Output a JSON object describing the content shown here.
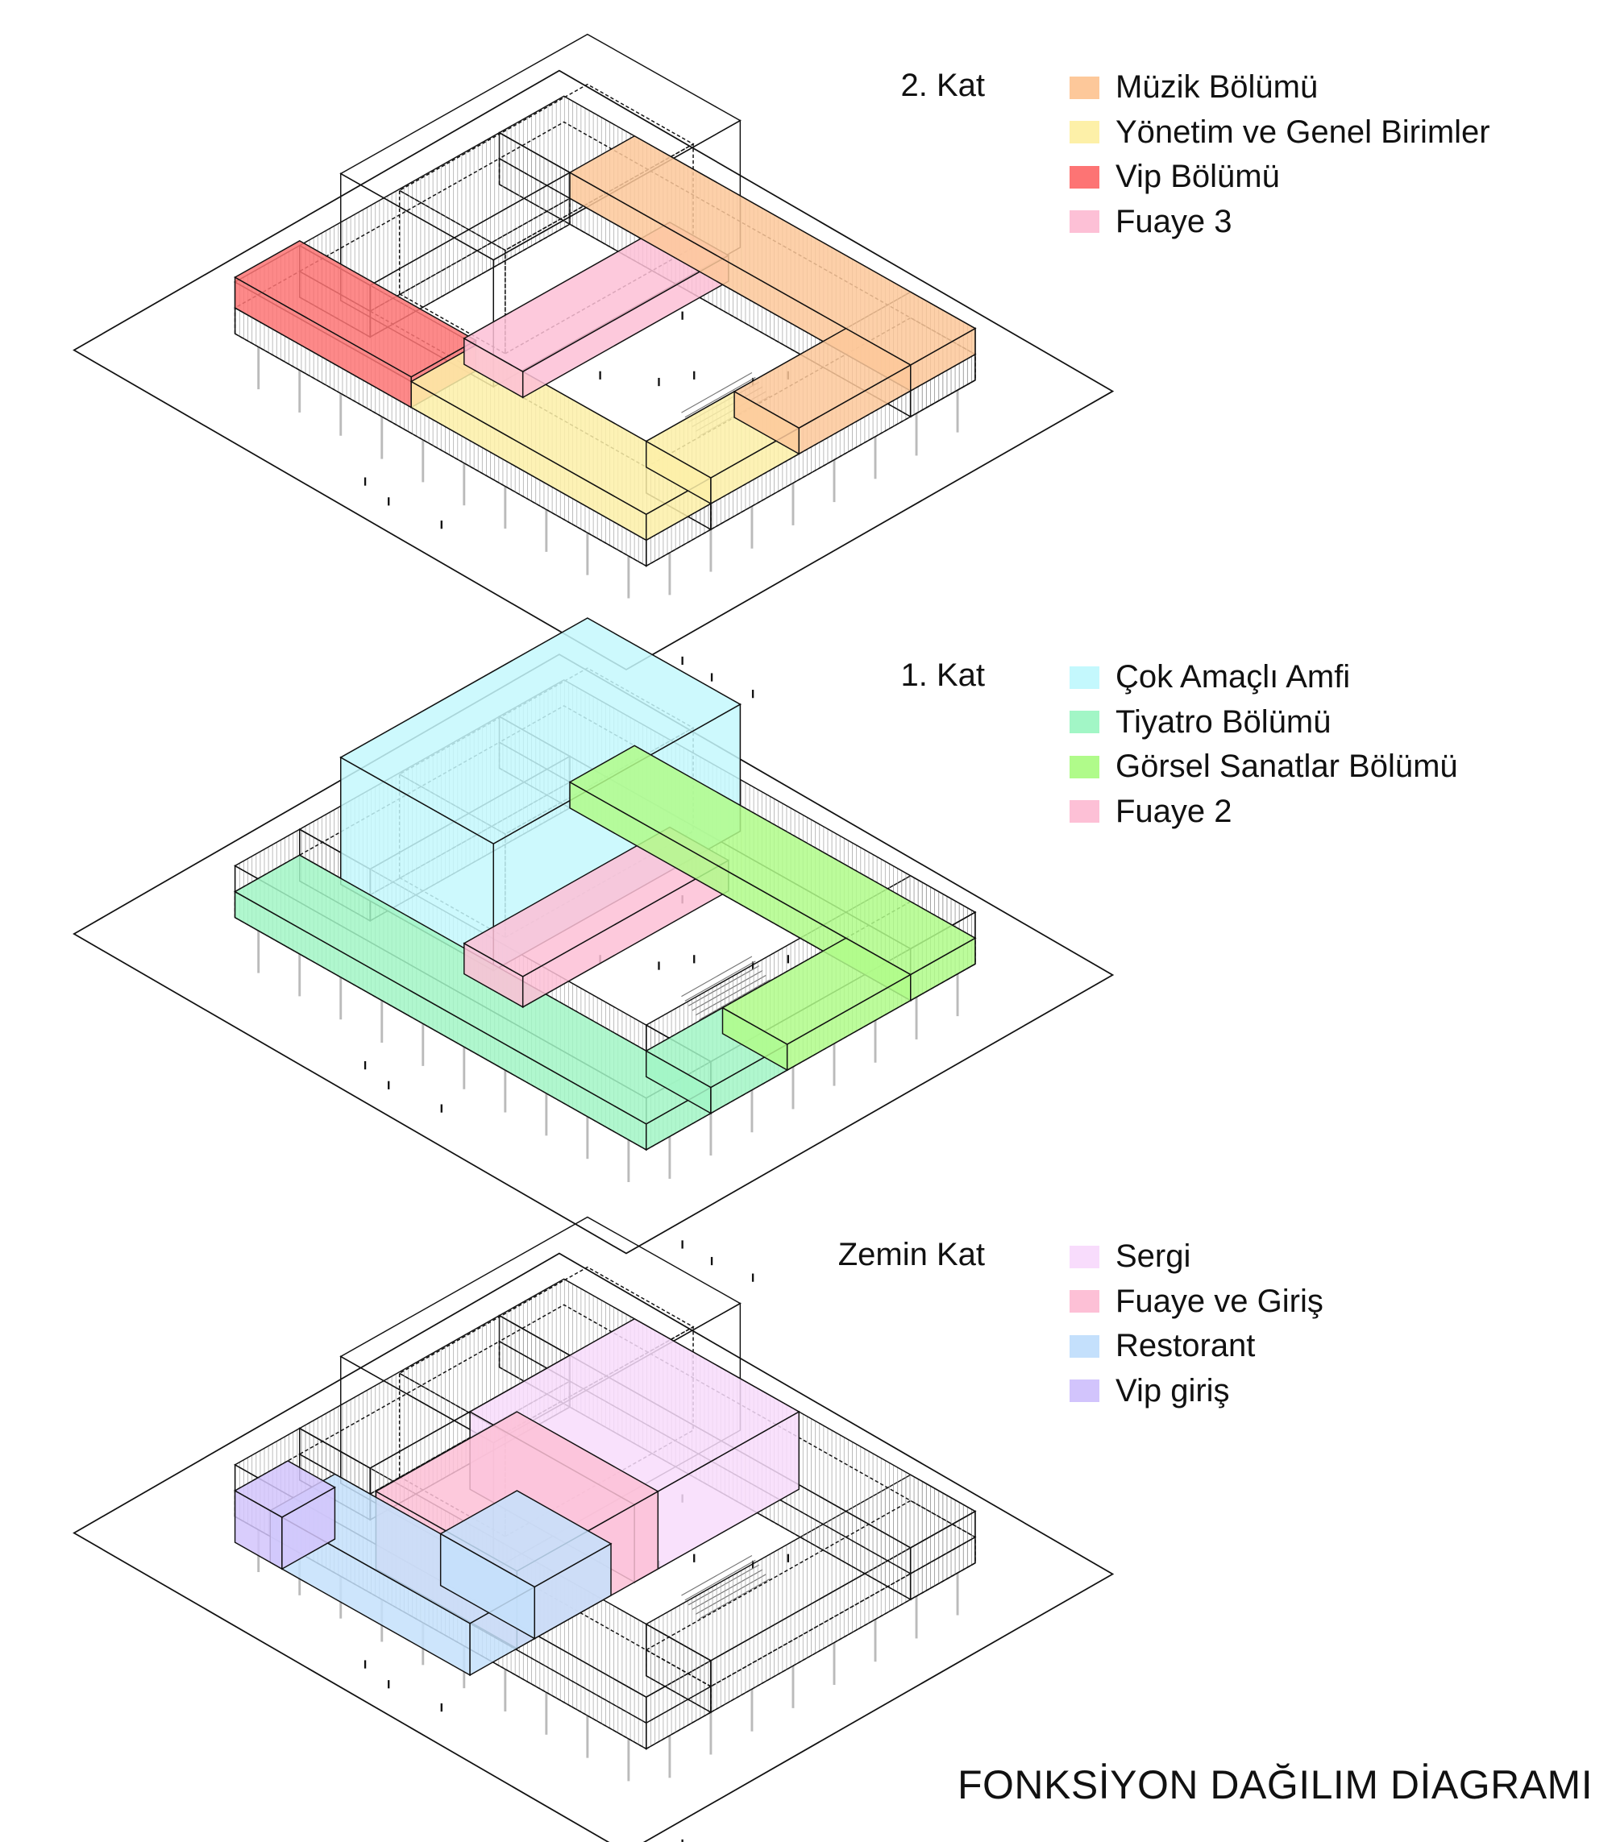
{
  "title": "FONKSİYON DAĞILIM DİAGRAMI",
  "floors": [
    {
      "label": "2. Kat",
      "legend": [
        {
          "label": "Müzik Bölümü",
          "color": "#fdc89a"
        },
        {
          "label": "Yönetim ve Genel Birimler",
          "color": "#fdf0a8"
        },
        {
          "label": "Vip Bölümü",
          "color": "#fd7474"
        },
        {
          "label": "Fuaye 3",
          "color": "#fdc0d6"
        }
      ]
    },
    {
      "label": "1. Kat",
      "legend": [
        {
          "label": "Çok Amaçlı Amfi",
          "color": "#c4f8fd"
        },
        {
          "label": "Tiyatro Bölümü",
          "color": "#a2f6c6"
        },
        {
          "label": "Görsel Sanatlar Bölümü",
          "color": "#b0fb8a"
        },
        {
          "label": "Fuaye 2",
          "color": "#fdc0d6"
        }
      ]
    },
    {
      "label": "Zemin Kat",
      "legend": [
        {
          "label": "Sergi",
          "color": "#f8dcfc"
        },
        {
          "label": "Fuaye ve Giriş",
          "color": "#fdc0d6"
        },
        {
          "label": "Restorant",
          "color": "#c4e0fc"
        },
        {
          "label": "Vip giriş",
          "color": "#d2c4fc"
        }
      ]
    }
  ]
}
